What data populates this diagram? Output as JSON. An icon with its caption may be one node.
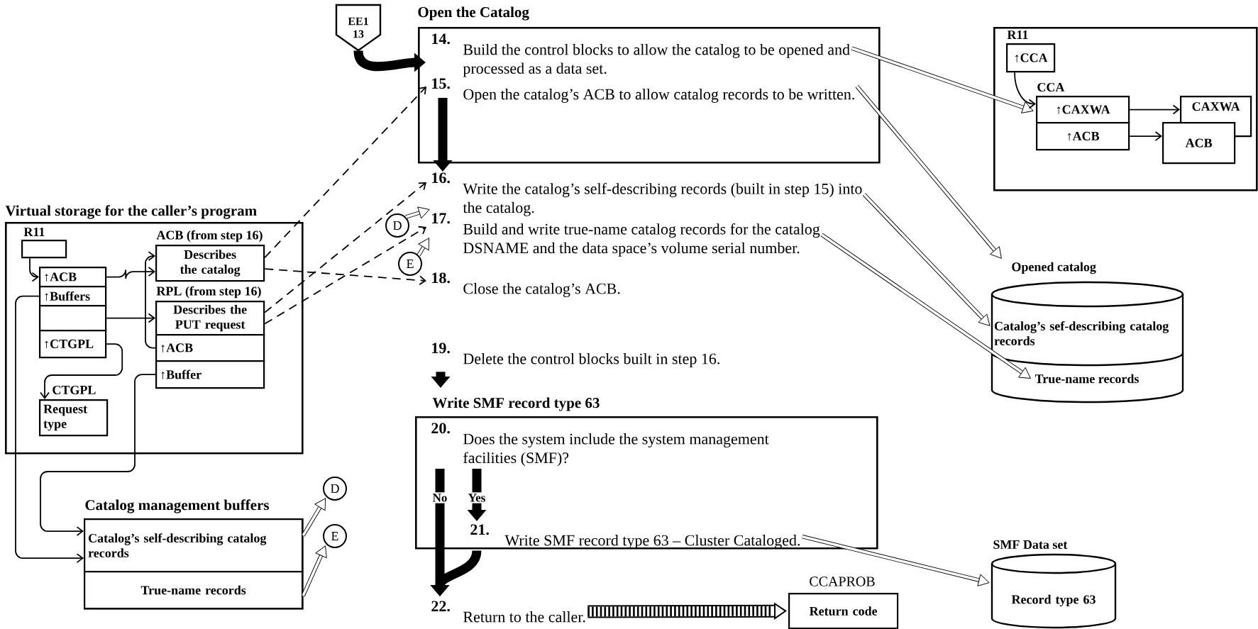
{
  "diagram": {
    "nodes": [
      {
        "text": [
          "EE1 13"
        ]
      },
      {
        "text": [
          "Open the Catalog"
        ]
      },
      {
        "text": [
          "14.",
          "Build the control blocks to allow the catalog to be opened and processed as a data set."
        ],
        "in": 1
      },
      {
        "text": [
          "15.",
          "Open the catalog’s ACB to allow catalog records to be written."
        ],
        "in": 1
      },
      {
        "text": [],
        "shape": "box"
      },
      {
        "text": [
          "↑CCA"
        ],
        "beside": [
          "R11"
        ],
        "in": 4
      },
      {
        "text": [
          "↑CAXWA"
        ],
        "beside": [
          "CCA"
        ],
        "in": 4
      },
      {
        "text": [
          "↑ACB"
        ],
        "in": 4
      },
      {
        "text": [
          "CAXWA"
        ],
        "in": 4
      },
      {
        "text": [
          "ACB"
        ],
        "in": 4
      },
      {
        "text": [
          "Virtual storage for the caller’s program"
        ]
      },
      {
        "text": [],
        "shape": "box",
        "beside": [
          "R11"
        ],
        "in": 10
      },
      {
        "text": [
          "↑ACB"
        ],
        "in": 10
      },
      {
        "text": [
          "↑Buffers"
        ],
        "in": 10
      },
      {
        "text": [],
        "shape": "box",
        "in": 10
      },
      {
        "text": [
          "↑CTGPL"
        ],
        "in": 10
      },
      {
        "text": [
          "Describes the catalog"
        ],
        "beside": [
          "ACB (from step 16)"
        ],
        "in": 10
      },
      {
        "text": [
          "Describes the PUT request"
        ],
        "beside": [
          "RPL (from step 16)"
        ],
        "in": 10
      },
      {
        "text": [
          "↑ACB"
        ],
        "in": 10
      },
      {
        "text": [
          "↑Buffer"
        ],
        "in": 10
      },
      {
        "text": [
          "Request type"
        ],
        "beside": [
          "CTGPL"
        ],
        "in": 10
      },
      {
        "text": [
          "16.",
          "Write the catalog’s self-describing records (built in step 15) into the catalog."
        ]
      },
      {
        "text": [
          "D"
        ]
      },
      {
        "text": [
          "17.",
          "Build and write true-name catalog records for the catalog DSNAME and the data space’s volume serial number."
        ]
      },
      {
        "text": [
          "E"
        ]
      },
      {
        "text": [
          "18.",
          "Close the catalog’s ACB."
        ]
      },
      {
        "text": [
          "Opened catalog"
        ]
      },
      {
        "text": [
          "Catalog’s sef-describing catalog records"
        ],
        "in": 26
      },
      {
        "text": [
          "True-name records"
        ],
        "in": 26
      },
      {
        "text": [
          "19.",
          "Delete the control blocks built in step 16."
        ]
      },
      {
        "text": [
          "Write SMF record type 63"
        ]
      },
      {
        "text": [
          "20.",
          "Does the system include the system management facilities (SMF)?"
        ],
        "in": 30
      },
      {
        "text": [
          "21.",
          "Write SMF record type 63 – Cluster Cataloged."
        ],
        "in": 30
      },
      {
        "text": [
          "Catalog management buffers"
        ]
      },
      {
        "text": [
          "Catalog’s self-describing catalog records"
        ],
        "in": 33
      },
      {
        "text": [
          "True-name records"
        ],
        "in": 33
      },
      {
        "text": [
          "D"
        ]
      },
      {
        "text": [
          "E"
        ]
      },
      {
        "text": [
          "22.",
          "Return to the caller."
        ]
      },
      {
        "text": [
          "Return code"
        ],
        "beside": [
          "CCAPROB"
        ]
      },
      {
        "text": [
          "SMF Data set",
          "Record type 63"
        ]
      }
    ],
    "edges": [
      {
        "from": 0,
        "to": 2,
        "arrow": "to",
        "style": "thick"
      },
      {
        "from": 2,
        "to": 6,
        "arrow": "to"
      },
      {
        "from": 3,
        "to": 26,
        "arrow": "to"
      },
      {
        "from": 5,
        "to": 6,
        "arrow": "to"
      },
      {
        "from": 6,
        "to": 8,
        "arrow": "to"
      },
      {
        "from": 7,
        "to": 9,
        "arrow": "to"
      },
      {
        "from": 11,
        "to": 12,
        "arrow": "to"
      },
      {
        "from": 12,
        "to": 16,
        "arrow": "to"
      },
      {
        "from": 18,
        "to": 16,
        "arrow": "to"
      },
      {
        "from": 14,
        "to": 17,
        "arrow": "to"
      },
      {
        "from": 15,
        "to": 20,
        "arrow": "to"
      },
      {
        "from": 16,
        "to": 3,
        "arrow": "to",
        "style": "dashed"
      },
      {
        "from": 16,
        "to": 25,
        "arrow": "to",
        "style": "dashed"
      },
      {
        "from": 17,
        "to": 21,
        "arrow": "to",
        "style": "dashed"
      },
      {
        "from": 17,
        "to": 23,
        "arrow": "to",
        "style": "dashed"
      },
      {
        "from": 22,
        "to": 21,
        "arrow": "to"
      },
      {
        "from": 24,
        "to": 23,
        "arrow": "to"
      },
      {
        "from": 3,
        "to": 21,
        "arrow": "to",
        "style": "thick"
      },
      {
        "from": 21,
        "to": 27,
        "arrow": "to"
      },
      {
        "from": 23,
        "to": 28,
        "arrow": "to"
      },
      {
        "from": 29,
        "to": 30,
        "arrow": "to",
        "style": "thick"
      },
      {
        "from": 31,
        "to": 32,
        "arrow": "to",
        "style": "thick",
        "label": "Yes"
      },
      {
        "from": 31,
        "to": 38,
        "arrow": "to",
        "style": "thick",
        "label": "No"
      },
      {
        "from": 32,
        "to": 38,
        "arrow": "to",
        "style": "thick"
      },
      {
        "from": 32,
        "to": 40,
        "arrow": "to"
      },
      {
        "from": 38,
        "to": 39,
        "arrow": "to",
        "style": "thick"
      },
      {
        "from": 19,
        "to": 34,
        "arrow": "to"
      },
      {
        "from": 13,
        "to": 34,
        "arrow": "to"
      },
      {
        "from": 34,
        "to": 36,
        "arrow": "to"
      },
      {
        "from": 35,
        "to": 37,
        "arrow": "to"
      }
    ]
  }
}
